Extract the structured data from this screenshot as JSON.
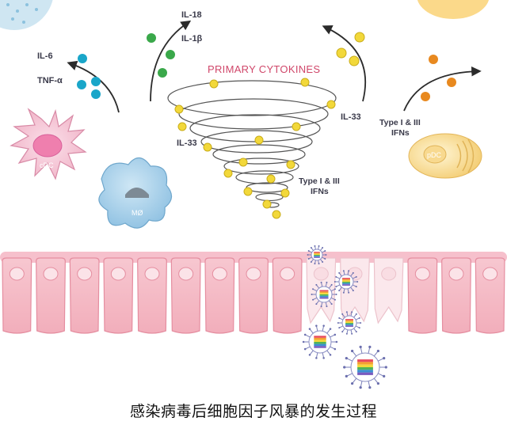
{
  "labels": {
    "il18": "IL-18",
    "il1b": "IL-1β",
    "il6": "IL-6",
    "tnfa": "TNF-α",
    "primary_cytokines": "PRIMARY CYTOKINES",
    "il33_left": "IL-33",
    "il33_right": "IL-33",
    "type_ifn_right_1": "Type I & III",
    "type_ifn_right_2": "IFNs",
    "type_ifn_center_1": "Type I & III",
    "type_ifn_center_2": "IFNs",
    "cdc": "cDC",
    "pdc": "pDC",
    "macrophage": "MØ"
  },
  "caption": "感染病毒后细胞因子风暴的发生过程",
  "colors": {
    "title_red": "#d0476a",
    "green_dot": "#3aa84a",
    "blue_dot": "#1aa6c9",
    "yellow_dot": "#f2d83a",
    "orange_dot": "#e8891f",
    "cell_pink": "#f4b8c4",
    "pdc_fill": "#fbe3a8",
    "mac_fill": "#9cc9e6"
  }
}
